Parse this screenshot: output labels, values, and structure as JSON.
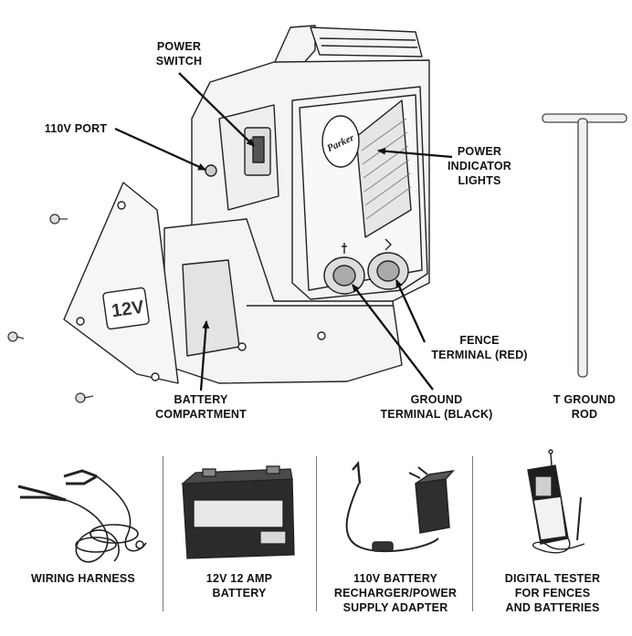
{
  "labels": {
    "power_switch": [
      "POWER",
      "SWITCH"
    ],
    "port_110v": [
      "110V PORT"
    ],
    "power_indicator": [
      "POWER",
      "INDICATOR",
      "LIGHTS"
    ],
    "fence_terminal": [
      "FENCE",
      "TERMINAL (RED)"
    ],
    "ground_terminal": [
      "GROUND",
      "TERMINAL (BLACK)"
    ],
    "battery_compartment": [
      "BATTERY",
      "COMPARTMENT"
    ],
    "t_ground_rod": [
      "T GROUND",
      "ROD"
    ]
  },
  "device": {
    "compartment_marking": "12V",
    "brand_mark": "Parker"
  },
  "accessories": [
    {
      "id": "wiring-harness",
      "lines": [
        "WIRING HARNESS"
      ]
    },
    {
      "id": "battery-12v",
      "lines": [
        "12V 12 AMP",
        "BATTERY"
      ]
    },
    {
      "id": "charger-110v",
      "lines": [
        "110V BATTERY",
        "RECHARGER/POWER",
        "SUPPLY ADAPTER"
      ]
    },
    {
      "id": "digital-tester",
      "lines": [
        "DIGITAL TESTER",
        "FOR FENCES",
        "AND BATTERIES"
      ]
    }
  ],
  "colors": {
    "line": "#222222",
    "label": "#111111",
    "fill": "#f4f4f4",
    "divider": "#777777"
  }
}
